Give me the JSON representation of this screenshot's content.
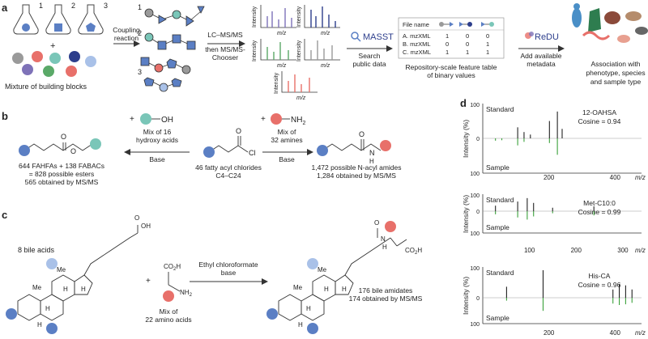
{
  "panel_a": {
    "label": "a",
    "flask_numbers": [
      "1",
      "2",
      "3"
    ],
    "plus": "+",
    "building_blocks_caption": "Mixture of building blocks",
    "step1": [
      "Coupling",
      "reaction"
    ],
    "product_numbers": [
      "1",
      "2",
      "3"
    ],
    "step2": [
      "LC–MS/MS",
      "then MS/MS-",
      "Chooser"
    ],
    "spec_y_label": "Intensity",
    "spec_x_label": "m/z",
    "masst_logo": "MASST",
    "step3": [
      "Search",
      "public data"
    ],
    "table_header": "File name",
    "table_rows": [
      {
        "name": "A. mzXML",
        "values": [
          "1",
          "0",
          "0"
        ]
      },
      {
        "name": "B. mzXML",
        "values": [
          "0",
          "0",
          "1"
        ]
      },
      {
        "name": "C. mzXML",
        "values": [
          "1",
          "1",
          "1"
        ]
      }
    ],
    "table_caption": [
      "Repository-scale feature table",
      "of binary values"
    ],
    "redu_logo": "ReDU",
    "step4": [
      "Add available",
      "metadata"
    ],
    "association_caption": [
      "Association with",
      "phenotype, species",
      "and sample type"
    ]
  },
  "panel_b": {
    "label": "b",
    "reagent_hydroxy": "OH",
    "reagent_amine": "NH",
    "reagent_amine_sub": "2",
    "plus": "+",
    "cl_label": "Cl",
    "o_label": "O",
    "n_label": "N",
    "h_label": "H",
    "mix_hydroxy": [
      "Mix of 16",
      "hydroxy acids"
    ],
    "mix_amines": [
      "Mix of",
      "32 amines"
    ],
    "base": "Base",
    "left_caption": [
      "644 FAHFAs + 138 FABACs",
      "= 828 possible esters",
      "565 obtained by MS/MS"
    ],
    "center_caption": [
      "46 fatty acyl chlorides",
      "C4–C24"
    ],
    "right_caption": [
      "1,472 possible N-acyl amides",
      "1,284 obtained by MS/MS"
    ]
  },
  "panel_c": {
    "label": "c",
    "bile_acids": "8 bile acids",
    "me": "Me",
    "h": "H",
    "oh": "OH",
    "o": "O",
    "n": "N",
    "co2h": "CO",
    "co2h_sub": "2",
    "co2h_tail": "H",
    "nh2": "NH",
    "nh2_sub": "2",
    "plus": "+",
    "mix_amino": [
      "Mix of",
      "22 amino acids"
    ],
    "reagent": [
      "Ethyl chloroformate",
      "base"
    ],
    "product_caption": [
      "176 bile amidates",
      "174 obtained by MS/MS"
    ]
  },
  "panel_d": {
    "label": "d",
    "y_label": "Intensity (%)",
    "x_label": "m/z",
    "standard": "Standard",
    "sample": "Sample",
    "plots": [
      {
        "compound": "12-OAHSA",
        "cosine": "Cosine = 0.94",
        "ticks": [
          "100",
          "0",
          "100"
        ],
        "xticks": [
          "200",
          "400"
        ]
      },
      {
        "compound": "Met-C10:0",
        "cosine": "Cosine = 0.99",
        "ticks": [
          "100",
          "0",
          "100"
        ],
        "xticks": [
          "100",
          "200",
          "300"
        ]
      },
      {
        "compound": "His-CA",
        "cosine": "Cosine = 0.96",
        "ticks": [
          "100",
          "0",
          "100"
        ],
        "xticks": [
          "200",
          "400"
        ]
      }
    ],
    "colors": {
      "standard": "#222222",
      "sample": "#3aa13a",
      "sample_light": "#9ccf9c"
    }
  },
  "palette": {
    "blue": "#5b7fc4",
    "teal": "#7ac6b8",
    "red": "#e8706a",
    "navy": "#2d3e8c",
    "grey": "#9a9a9a",
    "lightblue": "#a9c1e8",
    "purple": "#7e72b8",
    "green": "#5aa968"
  }
}
